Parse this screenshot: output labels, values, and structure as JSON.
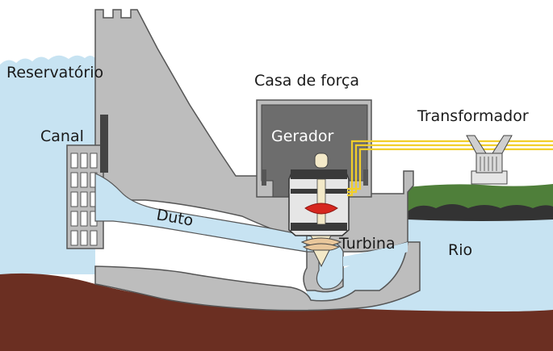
{
  "labels": {
    "reservoir": "Reservatório",
    "canal": "Canal",
    "powerhouse": "Casa de força",
    "generator": "Gerador",
    "transformer": "Transformador",
    "penstock": "Duto",
    "turbine": "Turbina",
    "river": "Rio"
  },
  "colors": {
    "water": "#c7e3f2",
    "concrete": "#bdbdbd",
    "concrete_dark": "#9a9a9a",
    "outline": "#555555",
    "ground": "#6b2f22",
    "generator_room": "#6d6d6d",
    "power_lines": "#f2cf2a",
    "turbine_accent": "#d6271f",
    "rocks": "#3a3a3a",
    "grass": "#4f7f3a"
  }
}
